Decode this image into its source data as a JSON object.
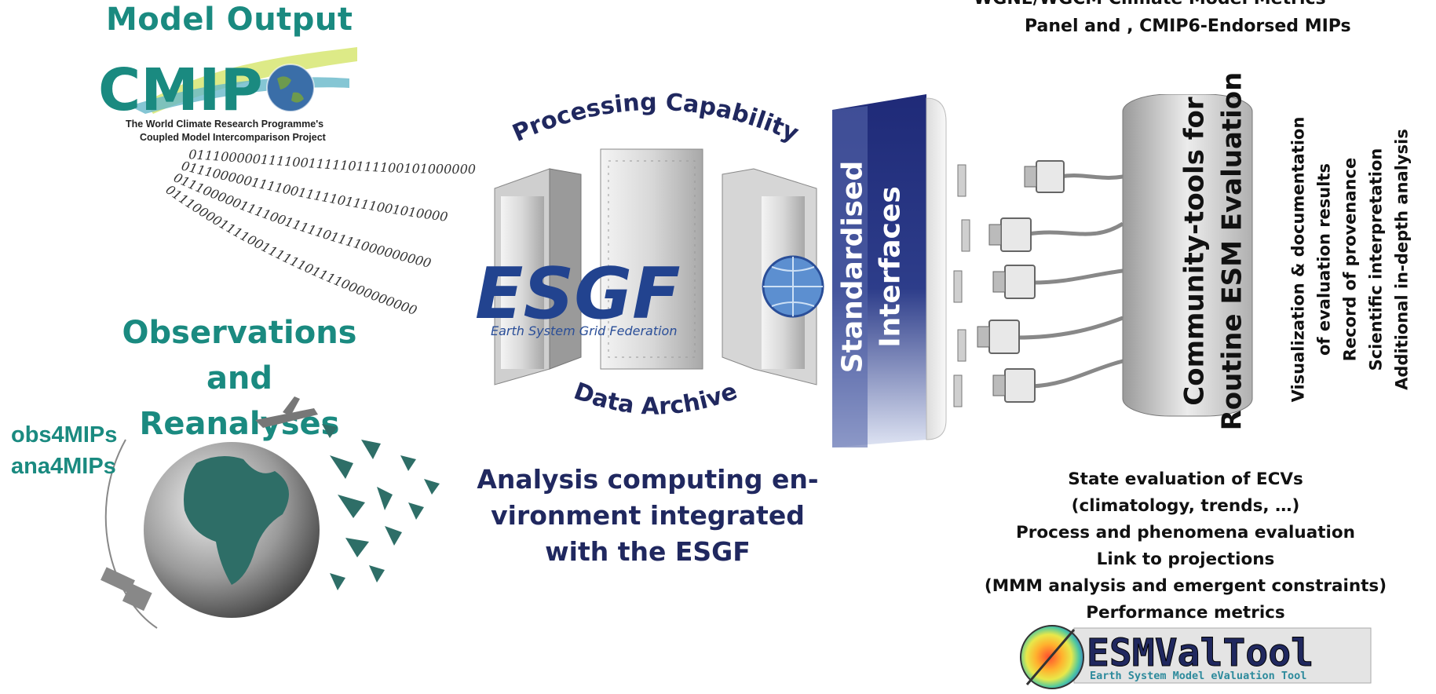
{
  "colors": {
    "teal": "#1a8a80",
    "navy": "#20285f",
    "interfaces_blue": "#1f2a78"
  },
  "left": {
    "model_output_heading": "Model Output",
    "cmip_logo": {
      "text": "CMIP",
      "subtitle_line1": "The World Climate Research Programme's",
      "subtitle_line2": "Coupled Model Intercomparison Project",
      "icon": "earth-globe-icon"
    },
    "binary_streams": [
      "011100000111100111110111100101000000",
      "0111000001111001111101111001010000",
      "0111000001111001111101111000000000",
      "01110000111100111111011110000000000"
    ],
    "observations_heading_line1": "Observations and",
    "observations_heading_line2": "Reanalyses",
    "obs4mips": "obs4MIPs",
    "ana4mips": "ana4MIPs",
    "globe_icon": "earth-globe-icon"
  },
  "center": {
    "processing_capability": "Processing Capability",
    "data_archive": "Data Archive",
    "esgf_logo_text": "ESGF",
    "esgf_logo_subtitle": "Earth System Grid Federation",
    "server_icon": "server-rack-icon",
    "analysis_line1": "Analysis computing en-",
    "analysis_line2": "vironment integrated",
    "analysis_line3": "with the ESGF"
  },
  "right": {
    "top_line1": "WGNE/WGCM Climate Model Metrics",
    "top_line2": "Panel and , CMIP6-Endorsed MIPs",
    "standardised_line1": "Standardised",
    "standardised_line2": "Interfaces",
    "community_line1": "Community-tools for",
    "community_line2": "Routine ESM Evaluation",
    "connector_icon": "plug-connector-icon",
    "outputs": [
      "Visualization & documentation",
      "of evaluation results",
      "Record of provenance",
      "Scientific interpretation",
      "Additional in-depth analysis"
    ],
    "evaluation_items": [
      "State evaluation of ECVs",
      "(climatology, trends, …)",
      "Process and phenomena evaluation",
      "Link to projections",
      "(MMM analysis and emergent constraints)",
      "Performance metrics"
    ],
    "esmvaltool_logo": {
      "name": "ESMValTool",
      "subtitle": "Earth System Model eValuation Tool"
    }
  }
}
